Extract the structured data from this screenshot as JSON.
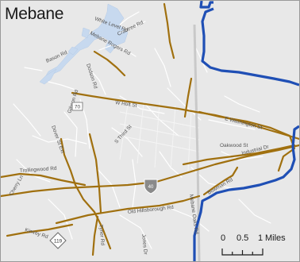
{
  "map": {
    "title": "Mebane",
    "colors": {
      "background": "#e8e8e8",
      "water": "#c7d9ef",
      "road": "#a0700f",
      "boundary": "#1f4fb5",
      "minor_road": "#ffffff"
    },
    "road_labels": [
      "White Level Rd",
      "Mebane Rogers Rd",
      "Crabtree Rd",
      "Bason Rd",
      "Dodson Rd",
      "W Holt St",
      "E Washington St",
      "Gibson Rd",
      "Dover St Ext",
      "S Third St",
      "Oakwood St",
      "Industrial Dr",
      "Trollingwood Rd",
      "Cherry Ln",
      "Old Hillsborough Rd",
      "Bowman Rd",
      "Mebane Oaks Rd",
      "Kimrey Rd",
      "Tyner Rd",
      "Jones Dr"
    ],
    "highway_shields": [
      {
        "icon": "interstate-shield-icon",
        "label": "40"
      },
      {
        "icon": "us-route-shield-icon",
        "label": "70"
      },
      {
        "icon": "nc-route-shield-icon",
        "label": "119"
      }
    ],
    "scale_bar": {
      "labels": [
        "0",
        "0.5",
        "1"
      ],
      "unit": "Miles"
    }
  }
}
